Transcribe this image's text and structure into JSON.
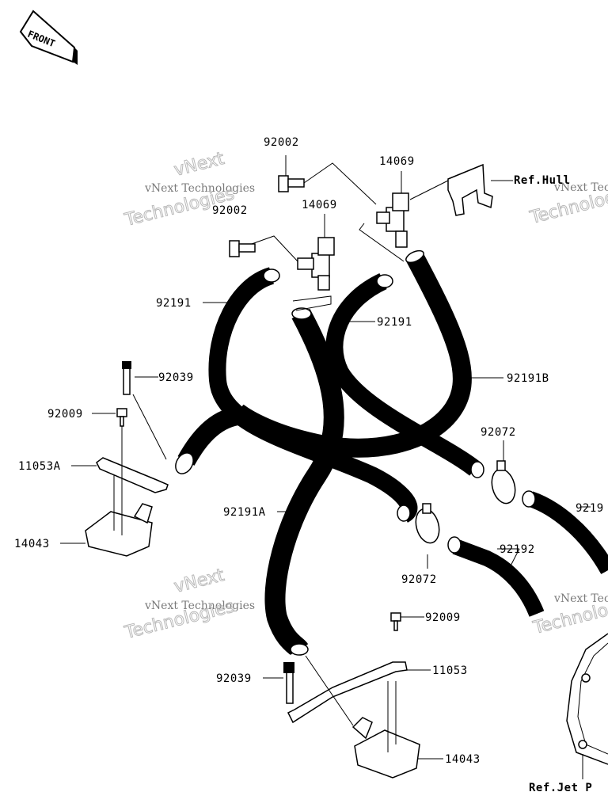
{
  "front_badge": "FRONT",
  "watermarks": {
    "small": "vNext Technologies",
    "big_top": "vNext",
    "big_bottom": "Technologies"
  },
  "parts": {
    "p92002_top": "92002",
    "p92002_mid": "92002",
    "p14069_right": "14069",
    "p14069_left": "14069",
    "ref_hull": "Ref.Hull",
    "p92191_left": "92191",
    "p92191_right": "92191",
    "p92191b": "92191B",
    "p92039_top": "92039",
    "p92009_top": "92009",
    "p11053a": "11053A",
    "p14043_top": "14043",
    "p92072_right": "92072",
    "p92191a": "92191A",
    "p92072_left": "92072",
    "p92192": "92192",
    "p9219_cut": "9219",
    "p92009_bottom": "92009",
    "p11053": "11053",
    "p92039_bottom": "92039",
    "p14043_bottom": "14043",
    "ref_jet": "Ref.Jet P"
  }
}
